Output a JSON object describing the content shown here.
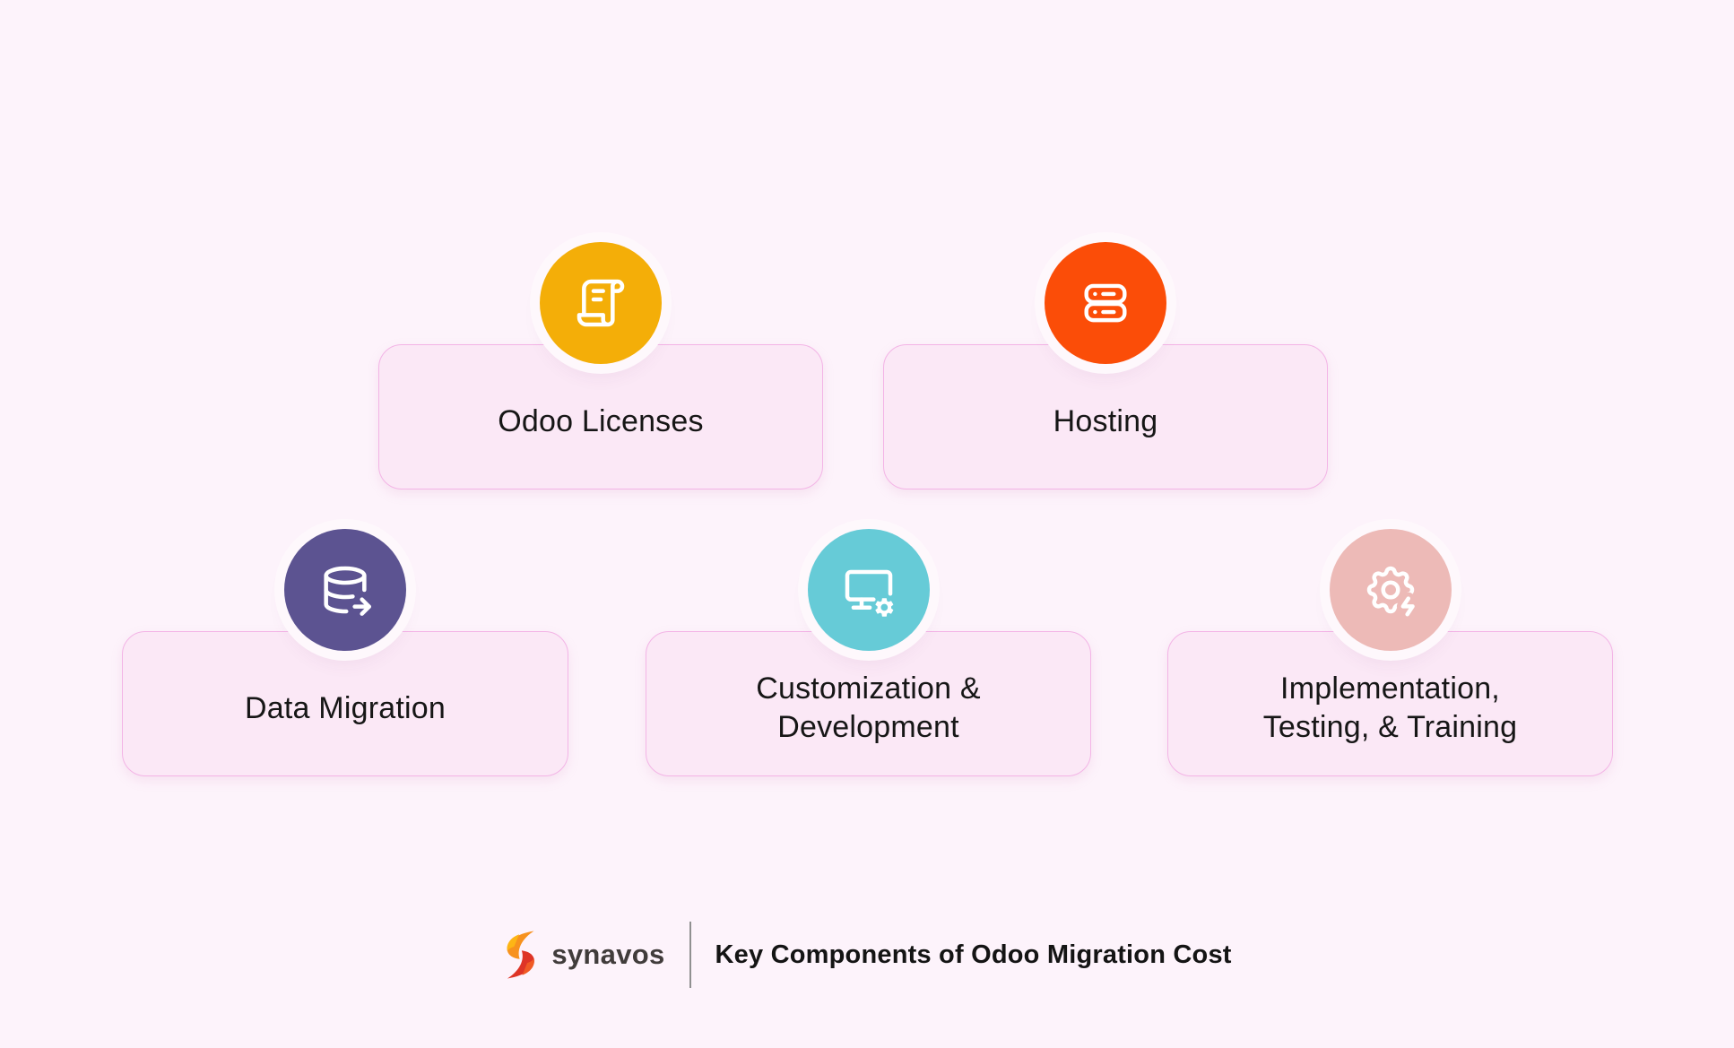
{
  "page": {
    "background_color": "#FDF3FB",
    "card_fill_color": "#FBE8F6",
    "card_border_color": "#F3B4E6"
  },
  "cards": [
    {
      "label": "Odoo Licenses",
      "icon": "scroll-license-icon",
      "circle_color": "#F4AE08"
    },
    {
      "label": "Hosting",
      "icon": "server-icon",
      "circle_color": "#FB4D08"
    },
    {
      "label": "Data Migration",
      "icon": "database-export-icon",
      "circle_color": "#5C5391"
    },
    {
      "label": "Customization & Development",
      "icon": "monitor-gear-icon",
      "circle_color": "#66CBD7"
    },
    {
      "label": "Implementation, Testing, & Training",
      "icon": "gear-bolt-icon",
      "circle_color": "#EDBAB7"
    }
  ],
  "footer": {
    "brand": "synavos",
    "title": "Key Components of Odoo Migration Cost",
    "logo_colors": {
      "orange": "#F7921E",
      "yellow": "#FDB515",
      "red": "#DE3426",
      "red_orange": "#F05A25"
    }
  }
}
